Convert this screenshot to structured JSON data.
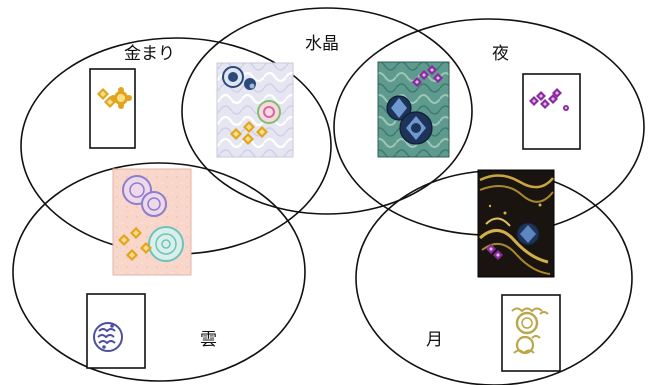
{
  "diagram": {
    "type": "venn",
    "sets": [
      {
        "id": "kinmari",
        "label": "金まり"
      },
      {
        "id": "suisho",
        "label": "水晶"
      },
      {
        "id": "yoru",
        "label": "夜"
      },
      {
        "id": "kumo",
        "label": "雲"
      },
      {
        "id": "tsuki",
        "label": "月"
      }
    ],
    "items": [
      {
        "id": "kinmari-only",
        "sets": [
          "kinmari"
        ],
        "kind": "motif-box",
        "icon": "gold-diamond-flower-icon"
      },
      {
        "id": "kinmari-suisho",
        "sets": [
          "kinmari",
          "suisho"
        ],
        "kind": "pattern-card",
        "icon": "crystal-wave-card-icon"
      },
      {
        "id": "suisho-yoru",
        "sets": [
          "suisho",
          "yoru"
        ],
        "kind": "pattern-card",
        "icon": "teal-night-card-icon"
      },
      {
        "id": "yoru-only",
        "sets": [
          "yoru"
        ],
        "kind": "motif-box",
        "icon": "purple-diamond-flower-icon"
      },
      {
        "id": "kinmari-kumo",
        "sets": [
          "kinmari",
          "kumo"
        ],
        "kind": "pattern-card",
        "icon": "pink-cloud-card-icon"
      },
      {
        "id": "yoru-tsuki",
        "sets": [
          "yoru",
          "tsuki"
        ],
        "kind": "pattern-card",
        "icon": "black-moon-card-icon"
      },
      {
        "id": "kumo-only",
        "sets": [
          "kumo"
        ],
        "kind": "motif-box",
        "icon": "cloud-roundel-icon"
      },
      {
        "id": "tsuki-only",
        "sets": [
          "tsuki"
        ],
        "kind": "motif-box",
        "icon": "gold-moon-cloud-icon"
      }
    ]
  },
  "colors": {
    "outline": "#111111",
    "gold": "#e2a41c",
    "navy": "#2c4a78",
    "purple": "#8a2a9e",
    "pink_bg": "#f6cfc4",
    "lavender_bg": "#e4e4f2",
    "teal_bg": "#5f9a8e",
    "black_bg": "#1a1410",
    "cloud_blue": "#4b4fa0",
    "moon_gold": "#b9a64a"
  }
}
